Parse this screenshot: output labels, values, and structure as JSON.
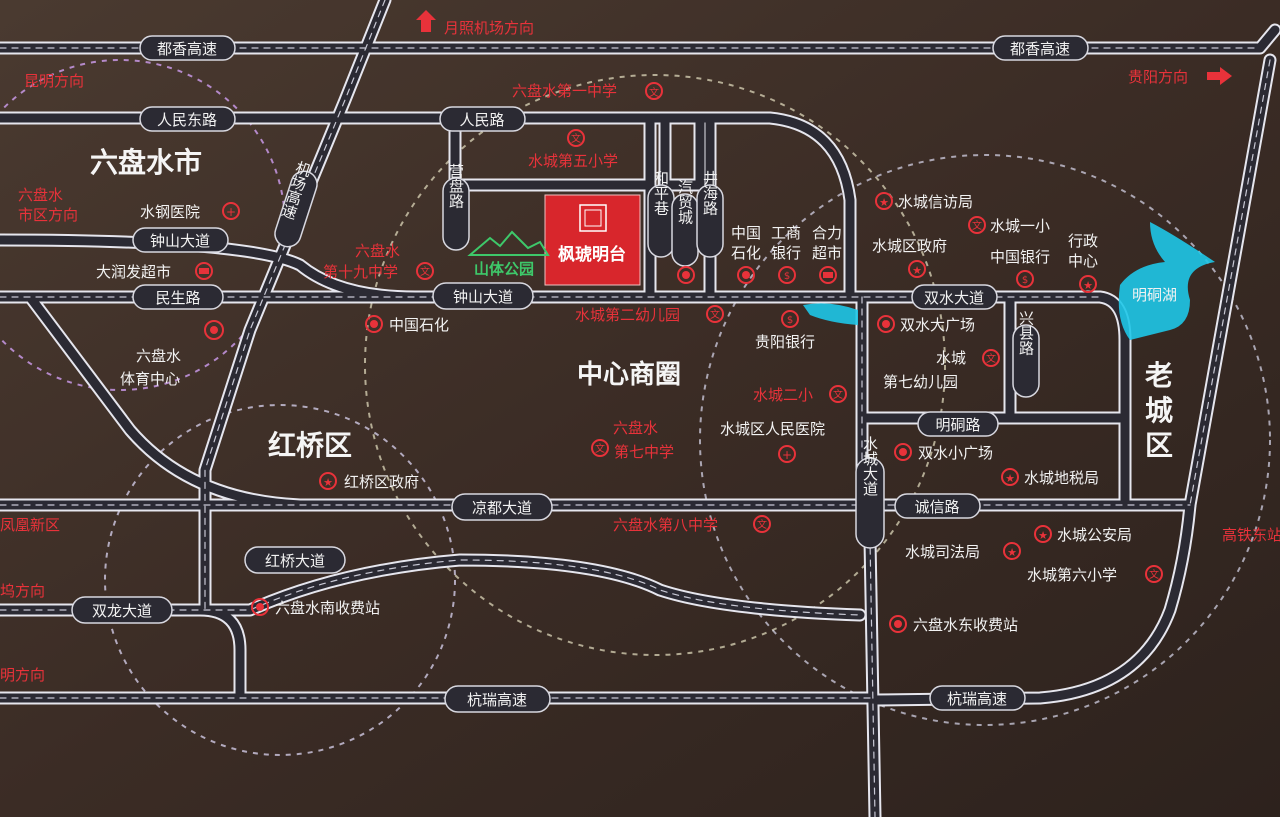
{
  "roads": {
    "duxiang_left": "都香高速",
    "duxiang_right": "都香高速",
    "renmin_east": "人民东路",
    "renmin": "人民路",
    "zhongshan_left": "钟山大道",
    "zhongshan_mid": "钟山大道",
    "minsheng": "民生路",
    "jichang": "机场高速",
    "yingpan": "营盘路",
    "heping": "和平巷",
    "qimao": "汽贸城",
    "jinghai": "井海路",
    "shuangshui": "双水大道",
    "xingxian": "兴县路",
    "mingtong": "明硐路",
    "liangdu": "凉都大道",
    "chengxin": "诚信路",
    "shuicheng": "水城大道",
    "hongqiao": "红桥大道",
    "shuanglong": "双龙大道",
    "hangrui_left": "杭瑞高速",
    "hangrui_right": "杭瑞高速"
  },
  "directions": {
    "yuezhao": "月照机场方向",
    "kunming": "昆明方向",
    "guiyang": "贵阳方向",
    "lps_city": [
      "六盘水",
      "市区方向"
    ],
    "fenghuang": "凤凰新区",
    "airport_left": "坞方向",
    "ming_left": "明方向",
    "gaotie": "高铁东站"
  },
  "districts": {
    "lps": "六盘水市",
    "hongqiao": "红桥区",
    "center": "中心商圈",
    "old_city": [
      "老",
      "城",
      "区"
    ]
  },
  "pois": {
    "no1_middle": "六盘水第一中学",
    "no5_primary": "水城第五小学",
    "shangang": "水钢医院",
    "runfa": "大润发超市",
    "no19_middle": [
      "六盘水",
      "第十九中学"
    ],
    "mountain_park": "山体公园",
    "brand": "枫琥明台",
    "sinopec_upper": [
      "中国",
      "石化"
    ],
    "icbc": [
      "工商",
      "银行"
    ],
    "heli": [
      "合力",
      "超市"
    ],
    "xinfang": "水城信访局",
    "district_gov": "水城区政府",
    "no1_primary": "水城一小",
    "boc": "中国银行",
    "admin_center": [
      "行政",
      "中心"
    ],
    "mingtong_lake": "明硐湖",
    "sinopec_lower": "中国石化",
    "kinder2": "水城第二幼儿园",
    "guiyang_bank": "贵阳银行",
    "shuangshui_plaza": "双水大广场",
    "kinder7": [
      "水城",
      "第七幼儿园"
    ],
    "sports_center": [
      "六盘水",
      "体育中心"
    ],
    "no2_primary": "水城二小",
    "hospital": "水城区人民医院",
    "no7_middle": [
      "六盘水",
      "第七中学"
    ],
    "shuangshui_small": "双水小广场",
    "tax": "水城地税局",
    "hongqiao_gov": "红桥区政府",
    "no8_middle": "六盘水第八中学",
    "police": "水城公安局",
    "justice": "水城司法局",
    "no6_primary": "水城第六小学",
    "south_toll": "六盘水南收费站",
    "east_toll": "六盘水东收费站"
  },
  "icons": {
    "school": "文",
    "bank": "$",
    "hospital": "+",
    "gov": "★"
  },
  "colors": {
    "background": "#3a2a22",
    "road_fill": "#2b2a33",
    "road_edge": "#e6e6ee",
    "label_red": "#e8323a",
    "label_white": "#f2f2f2",
    "lake": "#1ec6e8",
    "brand_red": "#d8262c",
    "park_green": "#3ec86a"
  }
}
